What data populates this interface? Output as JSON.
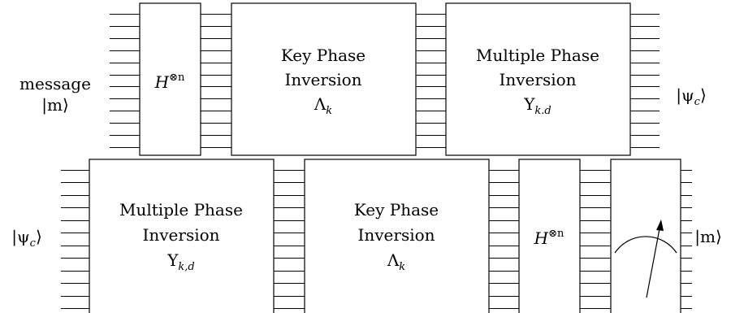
{
  "encoder": {
    "input_label_line1": "message",
    "input_label_line2": "|m⟩",
    "hadamard": {
      "base": "H",
      "sup": "⊗n"
    },
    "key_phase": {
      "line1": "Key Phase",
      "line2": "Inversion",
      "symbol": "Λ",
      "sub": "k"
    },
    "multi_phase": {
      "line1": "Multiple Phase",
      "line2": "Inversion",
      "symbol": "Υ",
      "sub": "k.d"
    },
    "output_label": {
      "base": "|ψ",
      "sub": "c",
      "close": "⟩"
    }
  },
  "decoder": {
    "input_label": {
      "base": "|ψ",
      "sub": "c",
      "close": "⟩"
    },
    "multi_phase": {
      "line1": "Multiple Phase",
      "line2": "Inversion",
      "symbol": "Υ",
      "sub": "k,d"
    },
    "key_phase": {
      "line1": "Key Phase",
      "line2": "Inversion",
      "symbol": "Λ",
      "sub": "k"
    },
    "hadamard": {
      "base": "H",
      "sup": "⊗n"
    },
    "measurement_icon": "meter-icon",
    "output_label": "|m⟩"
  }
}
